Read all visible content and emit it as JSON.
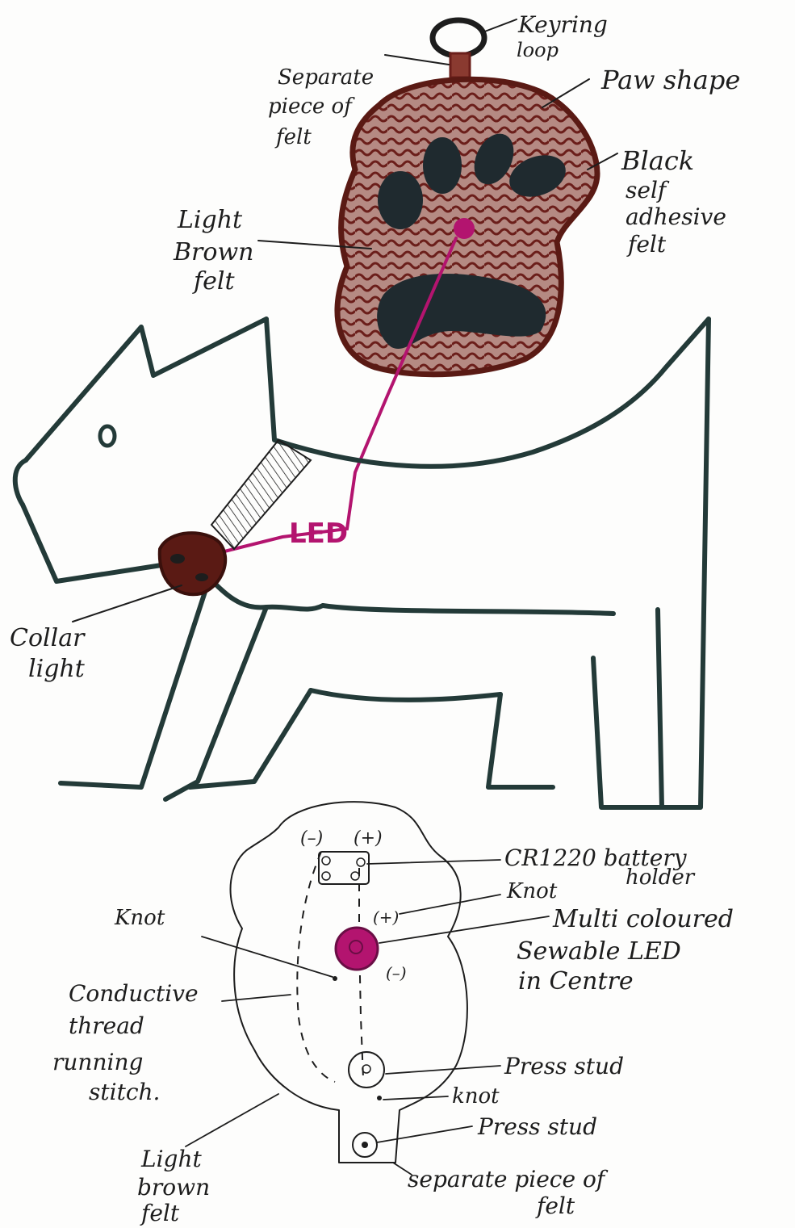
{
  "top_labels": {
    "keyring_line1": "Keyring",
    "keyring_line2": "loop",
    "separate_line1": "Separate",
    "separate_line2": "piece of",
    "separate_line3": "felt",
    "paw_shape": "Paw shape",
    "black_line1": "Black",
    "black_line2": "self",
    "black_line3": "adhesive",
    "black_line4": "felt",
    "light_line1": "Light",
    "light_line2": "Brown",
    "light_line3": "felt",
    "led": "LED",
    "collar_line1": "Collar",
    "collar_line2": "light"
  },
  "bottom_labels": {
    "minus_top": "(–)",
    "plus_top": "(+)",
    "battery_line1": "CR1220 battery",
    "battery_line2": "holder",
    "knot_right": "Knot",
    "knot_left": "Knot",
    "led_plus": "(+)",
    "led_minus": "(–)",
    "multi_line1": "Multi coloured",
    "multi_line2": "Sewable LED",
    "multi_line3": "in Centre",
    "conductive_line1": "Conductive",
    "conductive_line2": "thread",
    "conductive_line3": "running",
    "conductive_line4": "stitch.",
    "press_stud_1": "Press stud",
    "knot_lower": "knot",
    "press_stud_2": "Press stud",
    "light_line1": "Light",
    "light_line2": "brown",
    "light_line3": "felt",
    "separate_bottom_line1": "separate piece of",
    "separate_bottom_line2": "felt"
  },
  "colors": {
    "ink": "#233a38",
    "brown_felt": "#6b1e1a",
    "light_brown_fill": "#b58a83",
    "black_felt": "#1f2a2f",
    "led_magenta": "#b3146f"
  }
}
